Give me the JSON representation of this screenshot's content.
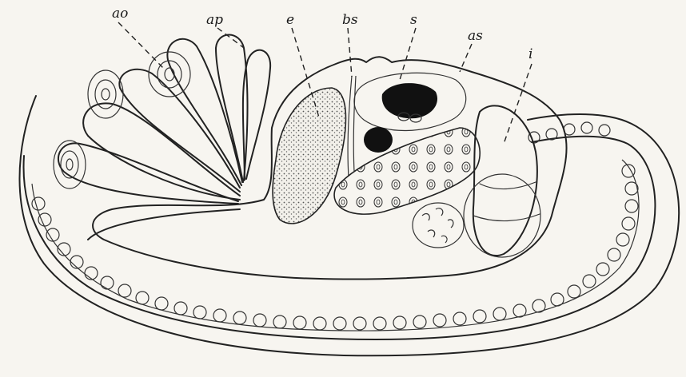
{
  "labels": {
    "ao": "ao",
    "ap": "ap",
    "e": "e",
    "bs": "bs",
    "s": "s",
    "as": "as",
    "i": "i"
  }
}
